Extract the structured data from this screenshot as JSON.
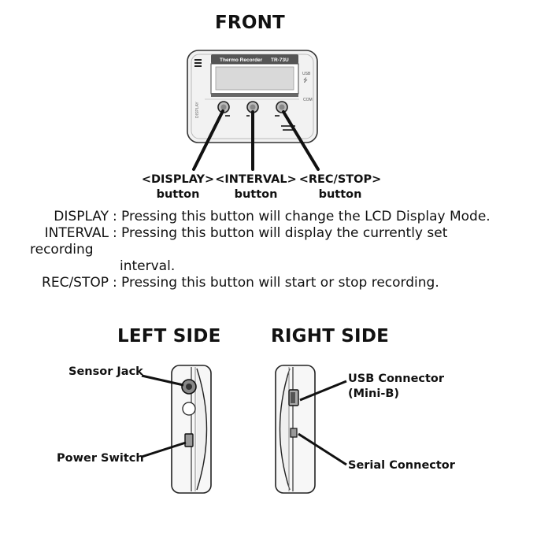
{
  "front": {
    "heading": "FRONT",
    "device_brand": "Thermo Recorder",
    "device_model": "TR-73U",
    "usb_mark": "USB",
    "com_mark": "COM",
    "side_text": "DISPLAY",
    "callouts": {
      "display": {
        "tag": "<DISPLAY>",
        "word": "button"
      },
      "interval": {
        "tag": "<INTERVAL>",
        "word": "button"
      },
      "recstop": {
        "tag": "<REC/STOP>",
        "word": "button"
      }
    }
  },
  "descriptions": [
    {
      "label": "DISPLAY",
      "sep": ":",
      "text": "Pressing this button will change the LCD Display Mode."
    },
    {
      "label": "INTERVAL",
      "sep": ":",
      "text": "Pressing this button will display the currently set",
      "wrap1": "recording",
      "wrap2": "interval."
    },
    {
      "label": "REC/STOP",
      "sep": ":",
      "text": "Pressing this button will start or stop recording."
    }
  ],
  "left_side": {
    "heading": "LEFT SIDE",
    "sensor_jack": "Sensor Jack",
    "power_switch": "Power Switch"
  },
  "right_side": {
    "heading": "RIGHT SIDE",
    "usb_line1": "USB Connector",
    "usb_line2": "(Mini-B)",
    "serial": "Serial Connector"
  }
}
